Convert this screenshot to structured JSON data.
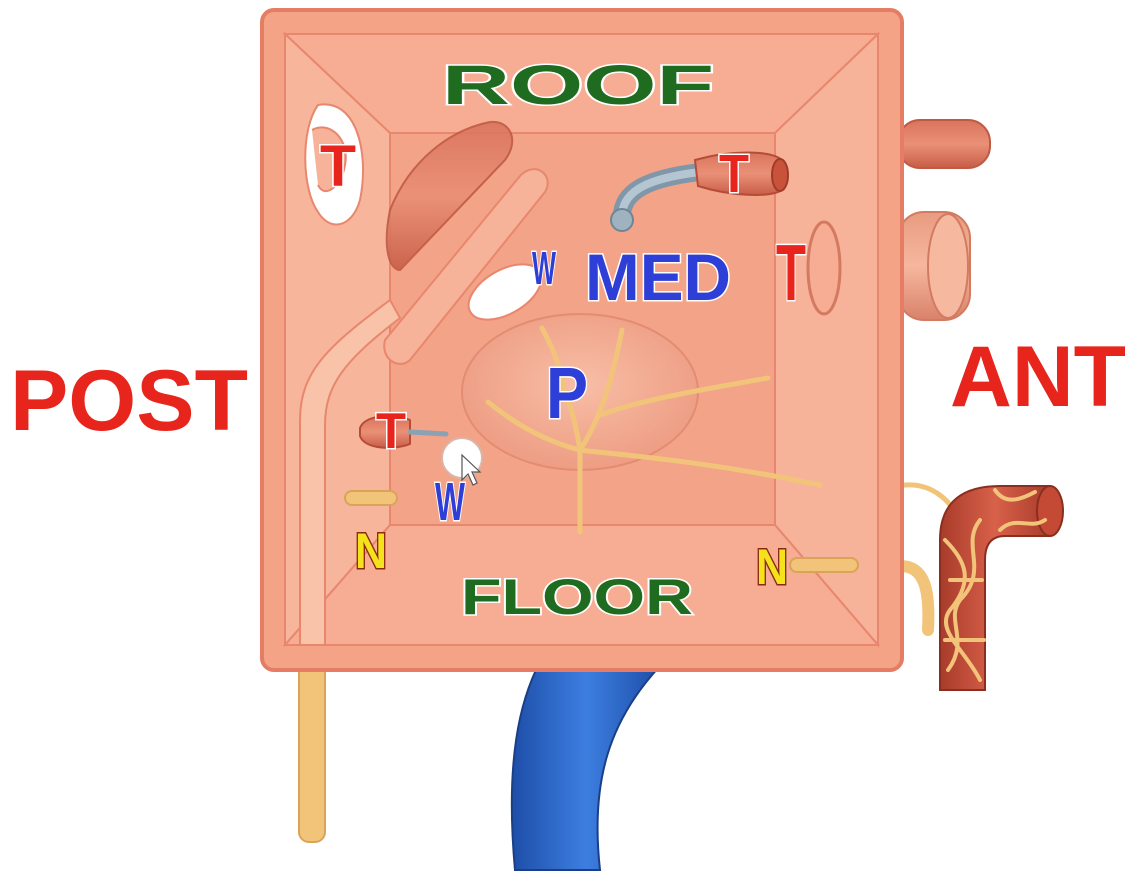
{
  "labels": {
    "roof": "ROOF",
    "floor": "FLOOR",
    "post": "POST",
    "ant": "ANT",
    "med": "MED",
    "p": "P",
    "w": "W",
    "t": "T",
    "n": "N"
  },
  "colors": {
    "box_fill": "#f4a386",
    "box_edge": "#e47d63",
    "inner_wall": "#f7b59c",
    "medial_wall": "#f3a388",
    "label_green": "#1f6b1f",
    "label_red": "#e8251c",
    "label_blue": "#2e3fd8",
    "label_yellow": "#f3e21c",
    "nerve": "#f2c47a",
    "vein_blue": "#2f66c8",
    "artery_red": "#c9523b"
  }
}
